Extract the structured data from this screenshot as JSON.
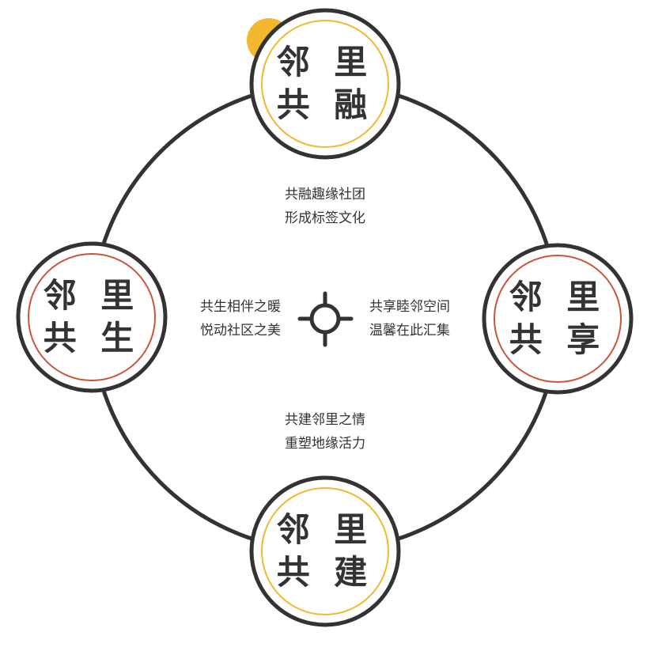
{
  "colors": {
    "stroke": "#333333",
    "accent_yellow": "#f2b830",
    "accent_red": "#c9553b",
    "background": "#ffffff"
  },
  "nodes": {
    "top": {
      "line1": "邻 里",
      "line2": "共 融",
      "ring_color": "#f2b830"
    },
    "right": {
      "line1": "邻 里",
      "line2": "共 享",
      "ring_color": "#c9553b"
    },
    "bottom": {
      "line1": "邻 里",
      "line2": "共 建",
      "ring_color": "#f2b830"
    },
    "left": {
      "line1": "邻 里",
      "line2": "共 生",
      "ring_color": "#c9553b"
    }
  },
  "captions": {
    "top": {
      "line1": "共融趣缘社团",
      "line2": "形成标签文化"
    },
    "right": {
      "line1": "共享睦邻空间",
      "line2": "温馨在此汇集"
    },
    "bottom": {
      "line1": "共建邻里之情",
      "line2": "重塑地缘活力"
    },
    "left": {
      "line1": "共生相伴之暖",
      "line2": "悦动社区之美"
    }
  },
  "center_icon": "crosshair-icon"
}
